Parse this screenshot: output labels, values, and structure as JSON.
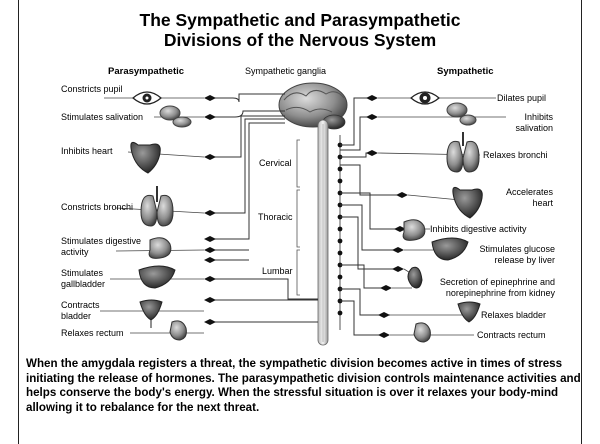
{
  "title": {
    "line1": "The Sympathetic and Parasympathetic",
    "line2": "Divisions of the Nervous System"
  },
  "headers": {
    "parasympathetic": "Parasympathetic",
    "ganglia": "Sympathetic ganglia",
    "sympathetic": "Sympathetic"
  },
  "parasympathetic_effects": [
    "Constricts pupil",
    "Stimulates salivation",
    "Inhibits heart",
    "Constricts bronchi",
    "Stimulates digestive activity",
    "Stimulates gallbladder",
    "Contracts bladder",
    "Relaxes rectum"
  ],
  "sympathetic_effects": [
    "Dilates pupil",
    "Inhibits salivation",
    "Relaxes bronchi",
    "Accelerates heart",
    "Inhibits digestive activity",
    "Stimulates glucose release by liver",
    "Secretion of epinephrine and norepinephrine from kidney",
    "Relaxes bladder",
    "Contracts rectum"
  ],
  "spinal_regions": {
    "cervical": "Cervical",
    "thoracic": "Thoracic",
    "lumbar": "Lumbar"
  },
  "caption": "When the amygdala registers a threat, the sympathetic division becomes active in times of stress initiating the release of hormones. The parasympathetic division controls maintenance activities and helps conserve the body's energy. When the stressful situation is over it relaxes your body-mind allowing it to rebalance for the next threat."
}
